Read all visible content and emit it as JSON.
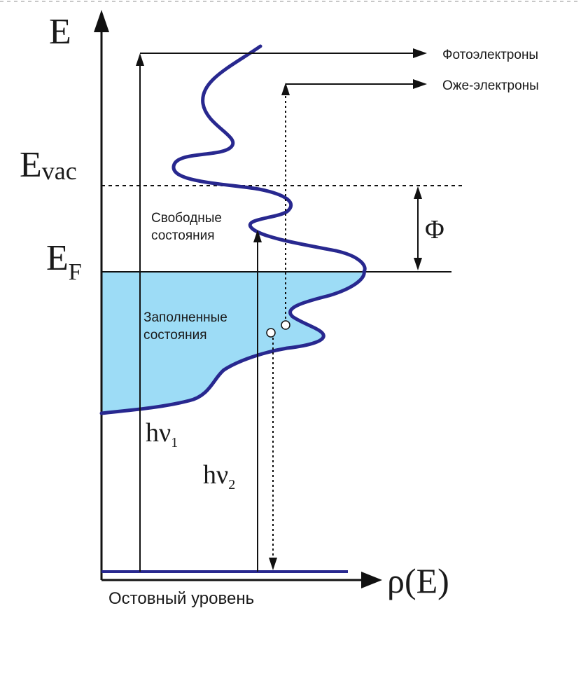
{
  "labels": {
    "energy_axis": "E",
    "dos_axis": "ρ(E)",
    "e_vac_main": "E",
    "e_vac_sub": "vac",
    "e_f_main": "E",
    "e_f_sub": "F",
    "work_function": "Φ",
    "photoelectrons": "Фотоэлектроны",
    "auger_electrons": "Оже-электроны",
    "free_states_line1": "Свободные",
    "free_states_line2": "состояния",
    "filled_states_line1": "Заполненные",
    "filled_states_line2": "состояния",
    "core_level": "Остовный уровень",
    "hv1_main": "hν",
    "hv1_sub": "1",
    "hv2_main": "hν",
    "hv2_sub": "2"
  },
  "colors": {
    "dos_curve": "#28288f",
    "filled_states": "#9ddcf6",
    "axes": "#111111"
  }
}
